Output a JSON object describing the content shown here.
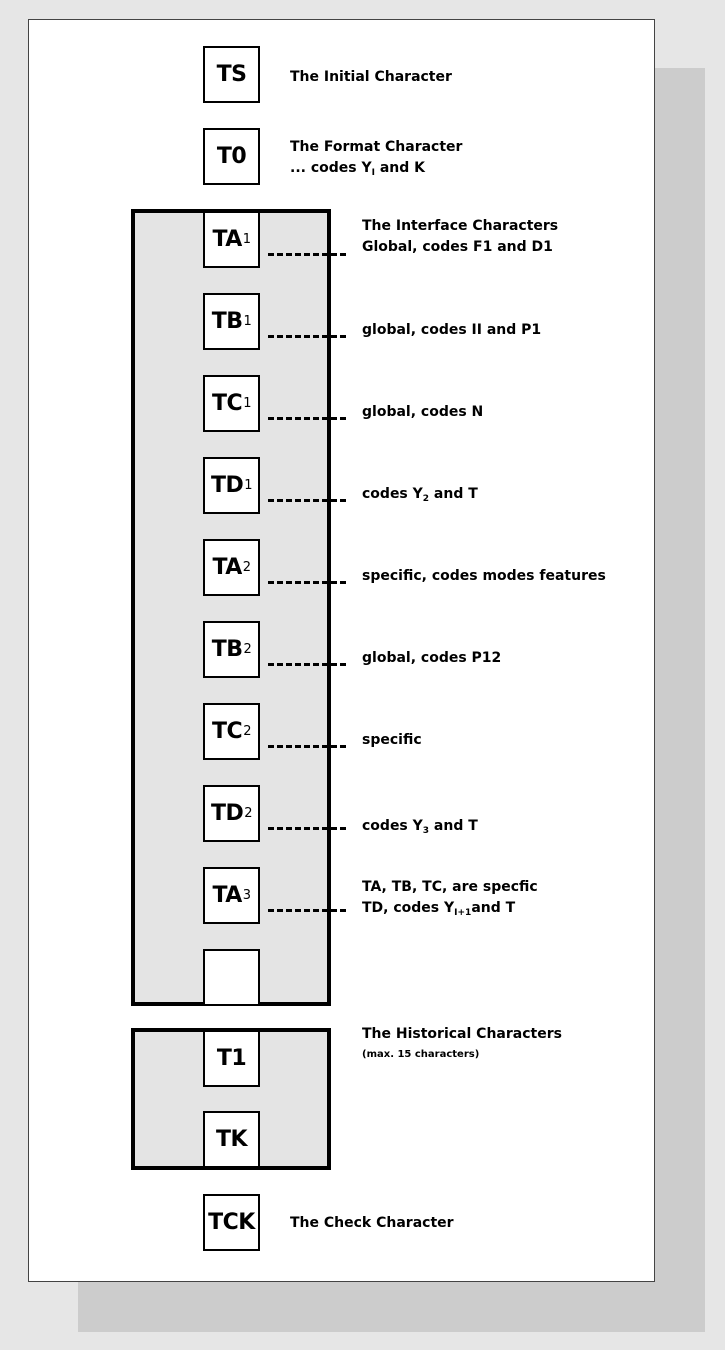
{
  "boxes": {
    "ts": "TS",
    "t0": "T0",
    "ta1": "TA",
    "ta1_sub": "1",
    "tb1": "TB",
    "tb1_sub": "1",
    "tc1": "TC",
    "tc1_sub": "1",
    "td1": "TD",
    "td1_sub": "1",
    "ta2": "TA",
    "ta2_sub": "2",
    "tb2": "TB",
    "tb2_sub": "2",
    "tc2": "TC",
    "tc2_sub": "2",
    "td2": "TD",
    "td2_sub": "2",
    "ta3": "TA",
    "ta3_sub": "3",
    "t1": "T1",
    "tk": "TK",
    "tck": "TCK"
  },
  "labels": {
    "initial": "The Initial Character",
    "format_line1": "The Format Character",
    "format_line2_pre": "... codes Y",
    "format_line2_sub": "I",
    "format_line2_post": " and K",
    "interface_line1": "The Interface Characters",
    "interface_line2": "Global, codes F1 and D1",
    "tb1": "global, codes II and P1",
    "tc1": "global, codes N",
    "td1_pre": "codes Y",
    "td1_sub": "2",
    "td1_post": " and T",
    "ta2": "specific, codes modes features",
    "tb2": "global, codes P12",
    "tc2": "specific",
    "td2_pre": "codes Y",
    "td2_sub": "3",
    "td2_post": " and T",
    "ta3_line1": "TA, TB, TC, are specfic",
    "ta3_line2_pre": "TD, codes Y",
    "ta3_line2_sub": "I+1",
    "ta3_line2_post": "and T",
    "historical_line1": "The Historical Characters",
    "historical_line2": "(max. 15 characters)",
    "check": "The Check Character"
  }
}
